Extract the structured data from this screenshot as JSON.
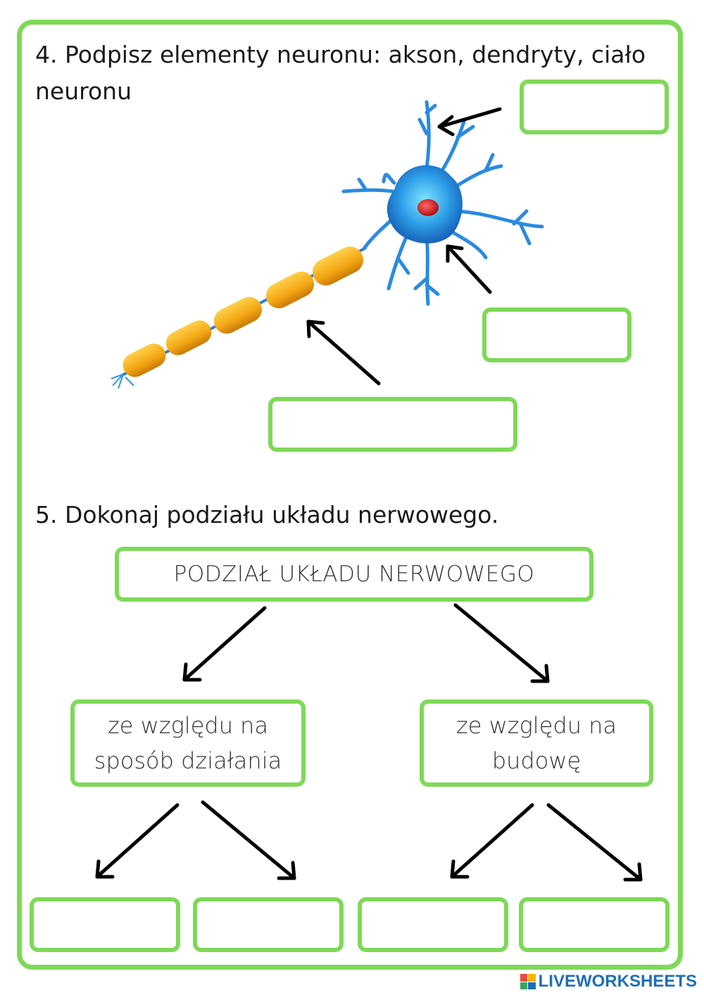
{
  "task4": {
    "title": "4. Podpisz elementy neuronu: akson, dendryty, ciało neuronu"
  },
  "task5": {
    "title": "5. Dokonaj podziału układu nerwowego.",
    "root_label": "PODZIAŁ UKŁADU NERWOWEGO",
    "left_label": "ze względu na sposób działania",
    "right_label": "ze względu na budowę"
  },
  "brand": {
    "name": "LIVEWORKSHEETS"
  },
  "colors": {
    "accent_green": "#7ed957",
    "axon_orange": "#f3a614",
    "neuron_blue": "#2b7fd6",
    "nucleus_red": "#d81818",
    "brand_blue": "#1f6fb5"
  }
}
